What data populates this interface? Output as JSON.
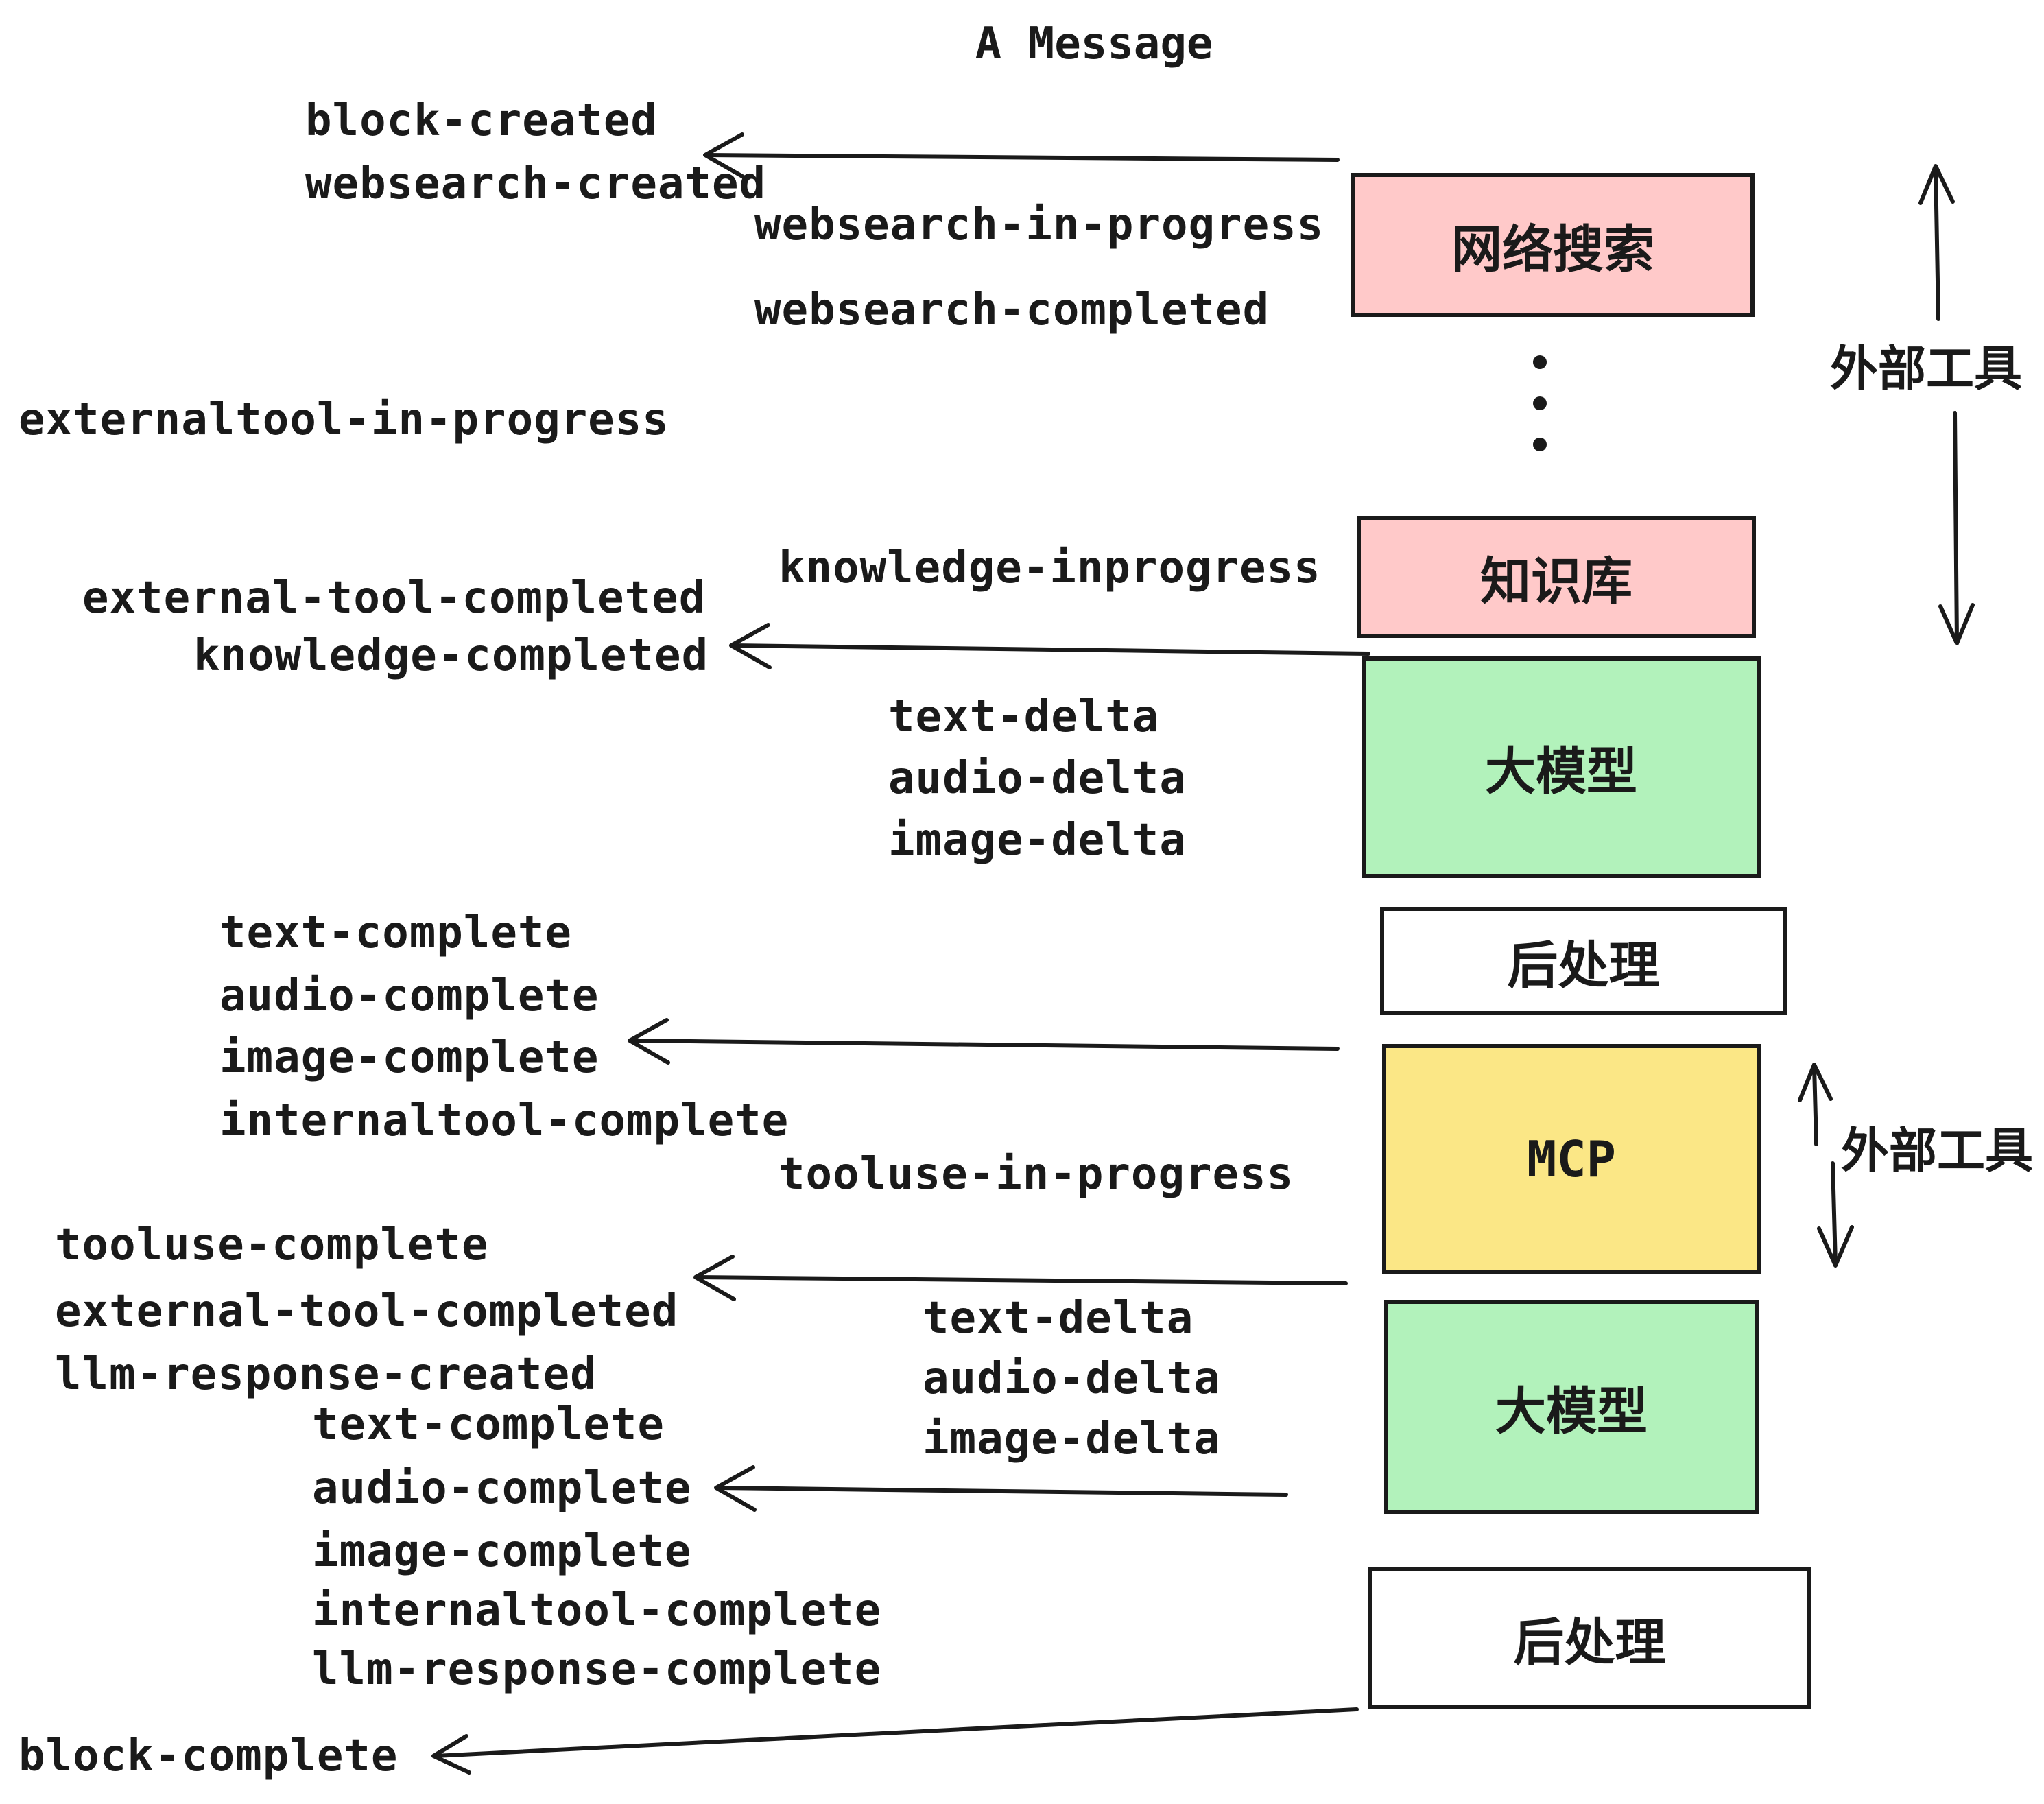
{
  "title": "A Message",
  "colors": {
    "ink": "#1a1a1a",
    "pink": "#ffc9c9",
    "green": "#b2f2bb",
    "yellow": "#fbe786",
    "white": "#ffffff"
  },
  "flow_boxes": [
    {
      "label": "网络搜索",
      "fill": "pink"
    },
    {
      "label": "知识库",
      "fill": "pink"
    },
    {
      "label": "大模型",
      "fill": "green"
    },
    {
      "label": "后处理",
      "fill": "white"
    },
    {
      "label": "MCP",
      "fill": "yellow"
    },
    {
      "label": "大模型",
      "fill": "green"
    },
    {
      "label": "后处理",
      "fill": "white"
    }
  ],
  "side_annotations": {
    "external_tools_top": "外部工具",
    "external_tools_mcp": "外部工具"
  },
  "events": {
    "block_created": "block-created",
    "websearch_created": "websearch-created",
    "websearch_in_progress": "websearch-in-progress",
    "websearch_completed": "websearch-completed",
    "externaltool_in_progress": "externaltool-in-progress",
    "knowledge_inprogress": "knowledge-inprogress",
    "external_tool_completed": "external-tool-completed",
    "knowledge_completed": "knowledge-completed",
    "text_delta": "text-delta",
    "audio_delta": "audio-delta",
    "image_delta": "image-delta",
    "text_complete": "text-complete",
    "audio_complete": "audio-complete",
    "image_complete": "image-complete",
    "internaltool_complete": "internaltool-complete",
    "tooluse_in_progress": "tooluse-in-progress",
    "tooluse_complete": "tooluse-complete",
    "llm_response_created": "llm-response-created",
    "llm_response_complete": "llm-response-complete",
    "block_complete": "block-complete"
  }
}
